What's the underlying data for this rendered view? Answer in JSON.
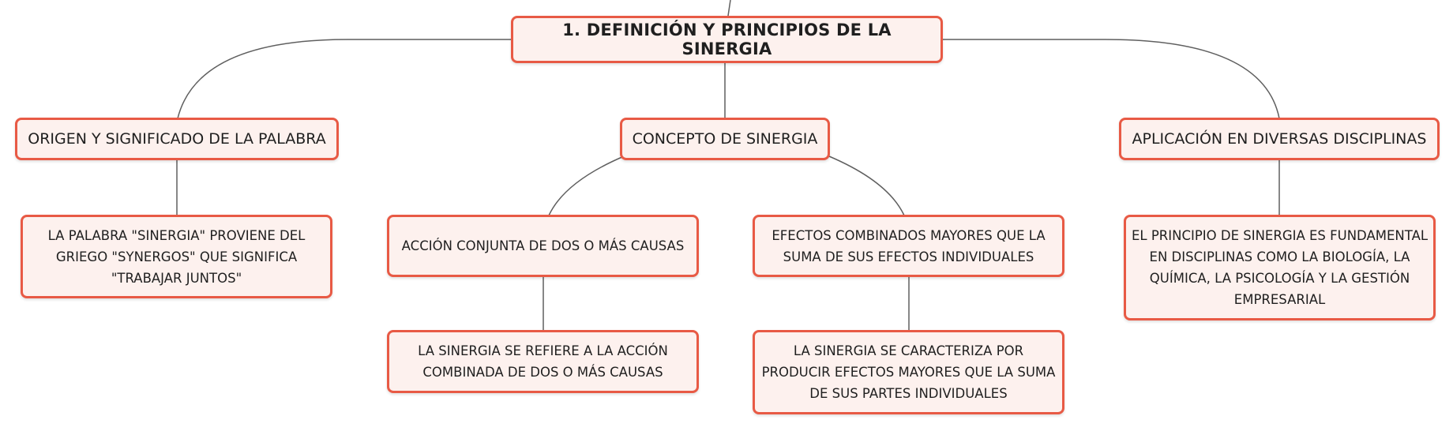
{
  "root": {
    "label": "1. DEFINICIÓN Y PRINCIPIOS DE LA SINERGIA"
  },
  "branches": [
    {
      "label": "ORIGEN Y SIGNIFICADO DE LA PALABRA",
      "children": [
        {
          "label": "LA PALABRA \"SINERGIA\" PROVIENE DEL GRIEGO \"SYNERGOS\" QUE SIGNIFICA \"TRABAJAR JUNTOS\""
        }
      ]
    },
    {
      "label": "CONCEPTO DE SINERGIA",
      "children": [
        {
          "label": "ACCIÓN CONJUNTA DE DOS O MÁS CAUSAS",
          "children": [
            {
              "label": "LA SINERGIA SE REFIERE A LA ACCIÓN COMBINADA DE DOS O MÁS CAUSAS"
            }
          ]
        },
        {
          "label": "EFECTOS COMBINADOS MAYORES QUE LA SUMA DE SUS EFECTOS INDIVIDUALES",
          "children": [
            {
              "label": "LA SINERGIA SE CARACTERIZA POR PRODUCIR EFECTOS MAYORES QUE LA SUMA DE SUS PARTES INDIVIDUALES"
            }
          ]
        }
      ]
    },
    {
      "label": "APLICACIÓN EN DIVERSAS DISCIPLINAS",
      "children": [
        {
          "label": "EL PRINCIPIO DE SINERGIA ES FUNDAMENTAL EN DISCIPLINAS COMO LA BIOLOGÍA, LA QUÍMICA, LA PSICOLOGÍA Y LA GESTIÓN EMPRESARIAL"
        }
      ]
    }
  ],
  "colors": {
    "border": "#e85a45",
    "fill": "#fdf1ee",
    "connector": "#5f5f5f",
    "text": "#1f1f1f"
  }
}
